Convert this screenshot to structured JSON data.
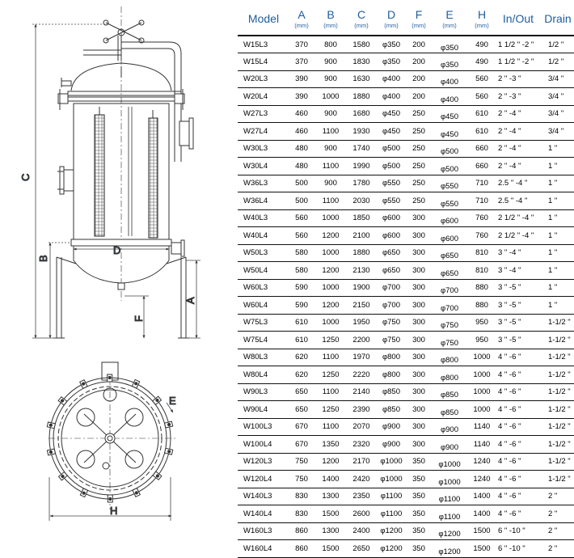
{
  "drawing": {
    "elevation_labels": {
      "C": "C",
      "B": "B",
      "D": "D",
      "A": "A",
      "F": "F"
    },
    "plan_labels": {
      "E": "E",
      "H": "H"
    }
  },
  "table": {
    "columns": [
      {
        "key": "model",
        "label": "Model",
        "unit": ""
      },
      {
        "key": "A",
        "label": "A",
        "unit": "(mm)"
      },
      {
        "key": "B",
        "label": "B",
        "unit": "(mm)"
      },
      {
        "key": "C",
        "label": "C",
        "unit": "(mm)"
      },
      {
        "key": "D",
        "label": "D",
        "unit": "(mm)"
      },
      {
        "key": "F",
        "label": "F",
        "unit": "(mm)"
      },
      {
        "key": "E",
        "label": "E",
        "unit": "(mm)"
      },
      {
        "key": "H",
        "label": "H",
        "unit": "(mm)"
      },
      {
        "key": "inout",
        "label": "In/Out",
        "unit": ""
      },
      {
        "key": "drain",
        "label": "Drain",
        "unit": ""
      }
    ],
    "rows": [
      {
        "model": "W15L3",
        "A": "370",
        "B": "800",
        "C": "1580",
        "D": "φ350",
        "F": "200",
        "E": "φ350",
        "H": "490",
        "inout": "1 1/2 \" -2 \"",
        "drain": "1/2 \""
      },
      {
        "model": "W15L4",
        "A": "370",
        "B": "900",
        "C": "1830",
        "D": "φ350",
        "F": "200",
        "E": "φ350",
        "H": "490",
        "inout": "1 1/2 \" -2 \"",
        "drain": "1/2 \""
      },
      {
        "model": "W20L3",
        "A": "390",
        "B": "900",
        "C": "1630",
        "D": "φ400",
        "F": "200",
        "E": "φ400",
        "H": "560",
        "inout": "2 \" -3 \"",
        "drain": "3/4 \""
      },
      {
        "model": "W20L4",
        "A": "390",
        "B": "1000",
        "C": "1880",
        "D": "φ400",
        "F": "200",
        "E": "φ400",
        "H": "560",
        "inout": "2 \" -3 \"",
        "drain": "3/4 \""
      },
      {
        "model": "W27L3",
        "A": "460",
        "B": "900",
        "C": "1680",
        "D": "φ450",
        "F": "250",
        "E": "φ450",
        "H": "610",
        "inout": "2 \" -4 \"",
        "drain": "3/4 \""
      },
      {
        "model": "W27L4",
        "A": "460",
        "B": "1100",
        "C": "1930",
        "D": "φ450",
        "F": "250",
        "E": "φ450",
        "H": "610",
        "inout": "2 \" -4 \"",
        "drain": "3/4 \""
      },
      {
        "model": "W30L3",
        "A": "480",
        "B": "900",
        "C": "1740",
        "D": "φ500",
        "F": "250",
        "E": "φ500",
        "H": "660",
        "inout": "2 \" -4 \"",
        "drain": "1 \""
      },
      {
        "model": "W30L4",
        "A": "480",
        "B": "1100",
        "C": "1990",
        "D": "φ500",
        "F": "250",
        "E": "φ500",
        "H": "660",
        "inout": "2 \" -4 \"",
        "drain": "1 \""
      },
      {
        "model": "W36L3",
        "A": "500",
        "B": "900",
        "C": "1780",
        "D": "φ550",
        "F": "250",
        "E": "φ550",
        "H": "710",
        "inout": "2.5 \" -4 \"",
        "drain": "1 \""
      },
      {
        "model": "W36L4",
        "A": "500",
        "B": "1100",
        "C": "2030",
        "D": "φ550",
        "F": "250",
        "E": "φ550",
        "H": "710",
        "inout": "2.5 \" -4 \"",
        "drain": "1 \""
      },
      {
        "model": "W40L3",
        "A": "560",
        "B": "1000",
        "C": "1850",
        "D": "φ600",
        "F": "300",
        "E": "φ600",
        "H": "760",
        "inout": "2 1/2 \" -4 \"",
        "drain": "1 \""
      },
      {
        "model": "W40L4",
        "A": "560",
        "B": "1200",
        "C": "2100",
        "D": "φ600",
        "F": "300",
        "E": "φ600",
        "H": "760",
        "inout": "2 1/2 \" -4 \"",
        "drain": "1 \""
      },
      {
        "model": "W50L3",
        "A": "580",
        "B": "1000",
        "C": "1880",
        "D": "φ650",
        "F": "300",
        "E": "φ650",
        "H": "810",
        "inout": "3 \" -4 \"",
        "drain": "1 \""
      },
      {
        "model": "W50L4",
        "A": "580",
        "B": "1200",
        "C": "2130",
        "D": "φ650",
        "F": "300",
        "E": "φ650",
        "H": "810",
        "inout": "3 \" -4 \"",
        "drain": "1 \""
      },
      {
        "model": "W60L3",
        "A": "590",
        "B": "1000",
        "C": "1900",
        "D": "φ700",
        "F": "300",
        "E": "φ700",
        "H": "880",
        "inout": "3 \" -5 \"",
        "drain": "1 \""
      },
      {
        "model": "W60L4",
        "A": "590",
        "B": "1200",
        "C": "2150",
        "D": "φ700",
        "F": "300",
        "E": "φ700",
        "H": "880",
        "inout": "3 \" -5 \"",
        "drain": "1 \""
      },
      {
        "model": "W75L3",
        "A": "610",
        "B": "1000",
        "C": "1950",
        "D": "φ750",
        "F": "300",
        "E": "φ750",
        "H": "950",
        "inout": "3 \" -5 \"",
        "drain": "1-1/2 \""
      },
      {
        "model": "W75L4",
        "A": "610",
        "B": "1250",
        "C": "2200",
        "D": "φ750",
        "F": "300",
        "E": "φ750",
        "H": "950",
        "inout": "3 \" -5 \"",
        "drain": "1-1/2 \""
      },
      {
        "model": "W80L3",
        "A": "620",
        "B": "1100",
        "C": "1970",
        "D": "φ800",
        "F": "300",
        "E": "φ800",
        "H": "1000",
        "inout": "4 \" -6 \"",
        "drain": "1-1/2 \""
      },
      {
        "model": "W80L4",
        "A": "620",
        "B": "1250",
        "C": "2220",
        "D": "φ800",
        "F": "300",
        "E": "φ800",
        "H": "1000",
        "inout": "4 \" -6 \"",
        "drain": "1-1/2 \""
      },
      {
        "model": "W90L3",
        "A": "650",
        "B": "1100",
        "C": "2140",
        "D": "φ850",
        "F": "300",
        "E": "φ850",
        "H": "1000",
        "inout": "4 \" -6 \"",
        "drain": "1-1/2 \""
      },
      {
        "model": "W90L4",
        "A": "650",
        "B": "1250",
        "C": "2390",
        "D": "φ850",
        "F": "300",
        "E": "φ850",
        "H": "1000",
        "inout": "4 \" -6 \"",
        "drain": "1-1/2 \""
      },
      {
        "model": "W100L3",
        "A": "670",
        "B": "1100",
        "C": "2070",
        "D": "φ900",
        "F": "300",
        "E": "φ900",
        "H": "1140",
        "inout": "4 \" -6 \"",
        "drain": "1-1/2 \""
      },
      {
        "model": "W100L4",
        "A": "670",
        "B": "1350",
        "C": "2320",
        "D": "φ900",
        "F": "300",
        "E": "φ900",
        "H": "1140",
        "inout": "4 \" -6 \"",
        "drain": "1-1/2 \""
      },
      {
        "model": "W120L3",
        "A": "750",
        "B": "1200",
        "C": "2170",
        "D": "φ1000",
        "F": "350",
        "E": "φ1000",
        "H": "1240",
        "inout": "4 \" -6 \"",
        "drain": "1-1/2 \""
      },
      {
        "model": "W120L4",
        "A": "750",
        "B": "1400",
        "C": "2420",
        "D": "φ1000",
        "F": "350",
        "E": "φ1000",
        "H": "1240",
        "inout": "4 \" -6 \"",
        "drain": "1-1/2 \""
      },
      {
        "model": "W140L3",
        "A": "830",
        "B": "1300",
        "C": "2350",
        "D": "φ1100",
        "F": "350",
        "E": "φ1100",
        "H": "1400",
        "inout": "4 \" -6 \"",
        "drain": "2 \""
      },
      {
        "model": "W140L4",
        "A": "830",
        "B": "1500",
        "C": "2600",
        "D": "φ1100",
        "F": "350",
        "E": "φ1100",
        "H": "1400",
        "inout": "4 \" -6 \"",
        "drain": "2 \""
      },
      {
        "model": "W160L3",
        "A": "860",
        "B": "1300",
        "C": "2400",
        "D": "φ1200",
        "F": "350",
        "E": "φ1200",
        "H": "1500",
        "inout": "6 \" -10 \"",
        "drain": "2 \""
      },
      {
        "model": "W160L4",
        "A": "860",
        "B": "1500",
        "C": "2650",
        "D": "φ1200",
        "F": "350",
        "E": "φ1200",
        "H": "1500",
        "inout": "6 \" -10 \"",
        "drain": "2 \""
      }
    ]
  }
}
